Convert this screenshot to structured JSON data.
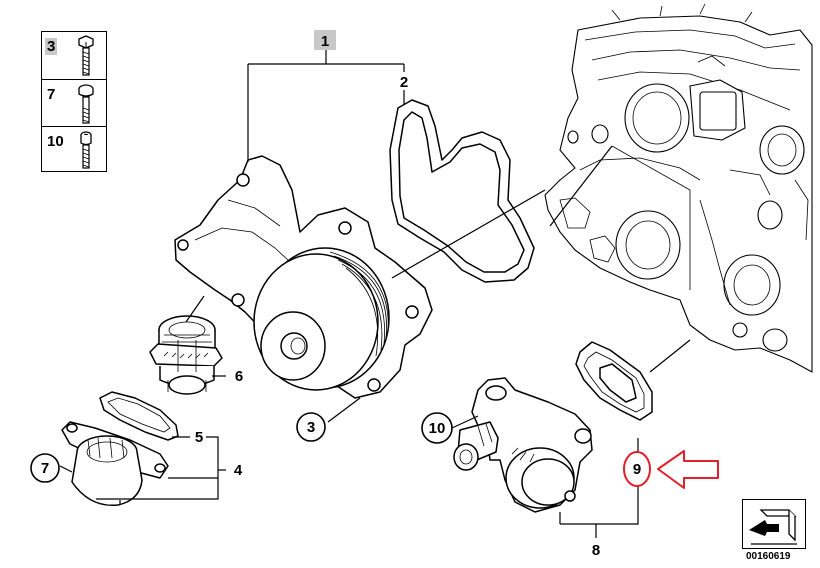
{
  "fasteners": [
    {
      "num": "3",
      "shaded": true,
      "icon": "hex-bolt-icon"
    },
    {
      "num": "7",
      "shaded": false,
      "icon": "round-head-bolt-icon"
    },
    {
      "num": "10",
      "shaded": false,
      "icon": "socket-head-bolt-icon"
    }
  ],
  "callouts": {
    "c1": "1",
    "c2": "2",
    "c3": "3",
    "c4": "4",
    "c5": "5",
    "c6": "6",
    "c7": "7",
    "c8": "8",
    "c9": "9",
    "c10": "10"
  },
  "highlight_color": "#e0202a",
  "diagram_id": "00160619"
}
